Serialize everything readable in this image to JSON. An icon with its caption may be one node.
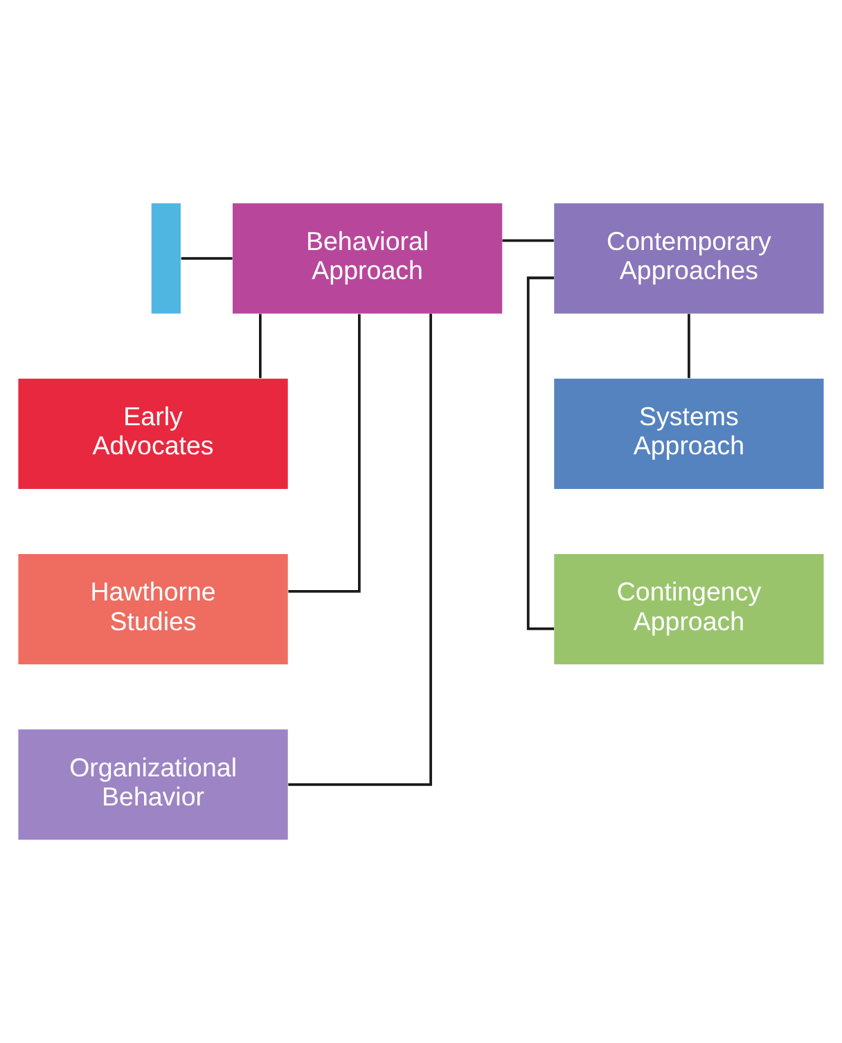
{
  "diagram": {
    "nodes": [
      {
        "text": [],
        "shape": "box"
      },
      {
        "text": [
          "Behavioral Approach"
        ]
      },
      {
        "text": [
          "Contemporary Approaches"
        ]
      },
      {
        "text": [
          "Early Advocates"
        ]
      },
      {
        "text": [
          "Hawthorne Studies"
        ]
      },
      {
        "text": [
          "Organizational Behavior"
        ]
      },
      {
        "text": [
          "Systems Approach"
        ]
      },
      {
        "text": [
          "Contingency Approach"
        ]
      }
    ],
    "edges": [
      {
        "from": 0,
        "to": 1,
        "arrow": "none"
      },
      {
        "from": 1,
        "to": 2,
        "arrow": "none"
      },
      {
        "from": 1,
        "to": 3,
        "arrow": "none"
      },
      {
        "from": 1,
        "to": 4,
        "arrow": "none"
      },
      {
        "from": 1,
        "to": 5,
        "arrow": "none"
      },
      {
        "from": 2,
        "to": 6,
        "arrow": "none"
      },
      {
        "from": 2,
        "to": 7,
        "arrow": "none"
      }
    ]
  }
}
